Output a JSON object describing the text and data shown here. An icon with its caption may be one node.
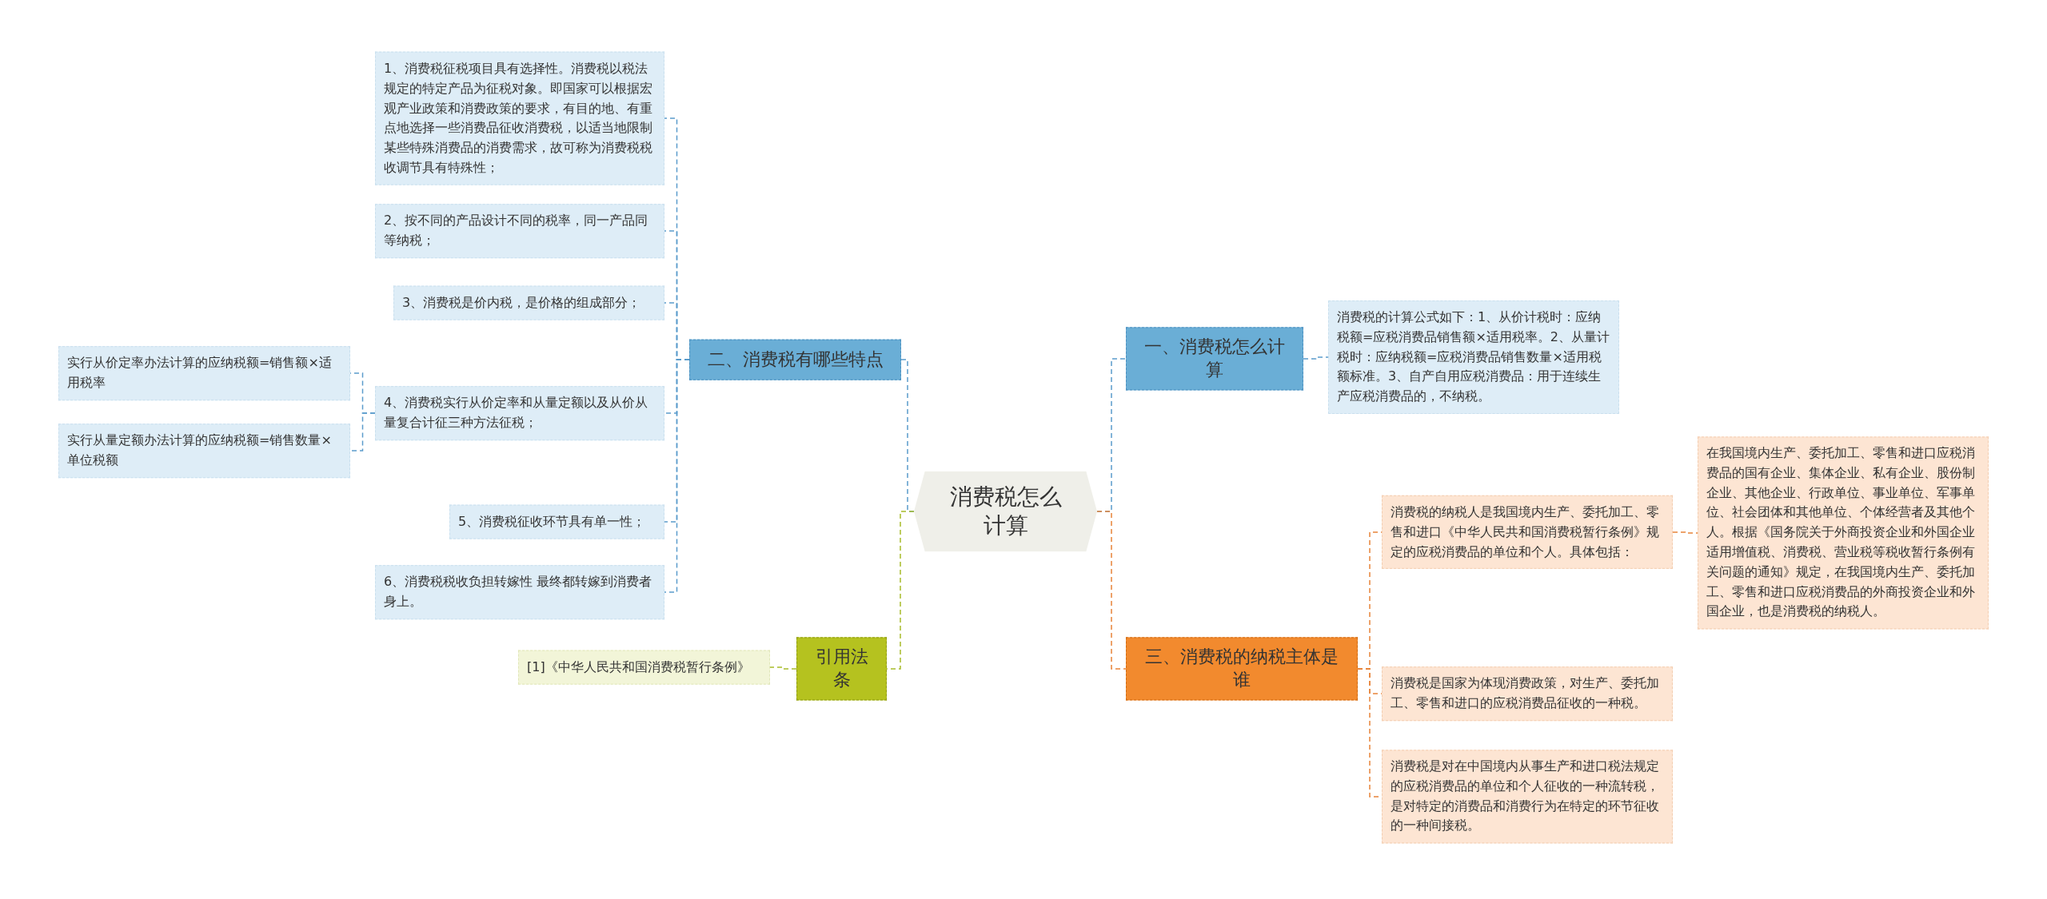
{
  "diagram": {
    "nodes": [
      {
        "text": [
          "消费税怎么计算"
        ]
      },
      {
        "text": [
          "二、消费税有哪些特点"
        ]
      },
      {
        "text": [
          "1、消费税征税项目具有选择性。消费税以税法规定的特定产品为征税对象。即国家可以根据宏观产业政策和消费政策的要求，有目的地、有重点地选择一些消费品征收消费税，以适当地限制某些特殊消费品的消费需求，故可称为消费税税收调节具有特殊性；"
        ]
      },
      {
        "text": [
          "2、按不同的产品设计不同的税率，同一产品同等纳税；"
        ]
      },
      {
        "text": [
          "3、消费税是价内税，是价格的组成部分；"
        ]
      },
      {
        "text": [
          "4、消费税实行从价定率和从量定额以及从价从量复合计征三种方法征税；"
        ]
      },
      {
        "text": [
          "5、消费税征收环节具有单一性；"
        ]
      },
      {
        "text": [
          "6、消费税税收负担转嫁性 最终都转嫁到消费者身上。"
        ]
      },
      {
        "text": [
          "实行从价定率办法计算的应纳税额=销售额×适用税率"
        ]
      },
      {
        "text": [
          "实行从量定额办法计算的应纳税额=销售数量×单位税额"
        ]
      },
      {
        "text": [
          "引用法条"
        ]
      },
      {
        "text": [
          "[1]《中华人民共和国消费税暂行条例》"
        ]
      },
      {
        "text": [
          "一、消费税怎么计算"
        ]
      },
      {
        "text": [
          "消费税的计算公式如下：1、从价计税时：应纳税额=应税消费品销售额×适用税率。2、从量计税时：应纳税额=应税消费品销售数量×适用税额标准。3、自产自用应税消费品：用于连续生产应税消费品的，不纳税。"
        ]
      },
      {
        "text": [
          "三、消费税的纳税主体是谁"
        ]
      },
      {
        "text": [
          "消费税的纳税人是我国境内生产、委托加工、零售和进口《中华人民共和国消费税暂行条例》规定的应税消费品的单位和个人。具体包括："
        ]
      },
      {
        "text": [
          "在我国境内生产、委托加工、零售和进口应税消费品的国有企业、集体企业、私有企业、股份制企业、其他企业、行政单位、事业单位、军事单位、社会团体和其他单位、个体经营者及其他个人。根据《国务院关于外商投资企业和外国企业适用增值税、消费税、营业税等税收暂行条例有关问题的通知》规定，在我国境内生产、委托加工、零售和进口应税消费品的外商投资企业和外国企业，也是消费税的纳税人。"
        ]
      },
      {
        "text": [
          "消费税是国家为体现消费政策，对生产、委托加工、零售和进口的应税消费品征收的一种税。"
        ]
      },
      {
        "text": [
          "消费税是对在中国境内从事生产和进口税法规定的应税消费品的单位和个人征收的一种流转税，是对特定的消费品和消费行为在特定的环节征收的一种间接税。"
        ]
      }
    ],
    "edges": [
      {
        "from": 0,
        "to": 1,
        "arrow": "none"
      },
      {
        "from": 1,
        "to": 2,
        "arrow": "none"
      },
      {
        "from": 1,
        "to": 3,
        "arrow": "none"
      },
      {
        "from": 1,
        "to": 4,
        "arrow": "none"
      },
      {
        "from": 1,
        "to": 5,
        "arrow": "none"
      },
      {
        "from": 1,
        "to": 6,
        "arrow": "none"
      },
      {
        "from": 1,
        "to": 7,
        "arrow": "none"
      },
      {
        "from": 5,
        "to": 8,
        "arrow": "none"
      },
      {
        "from": 5,
        "to": 9,
        "arrow": "none"
      },
      {
        "from": 0,
        "to": 10,
        "arrow": "none",
        "color": "#a8bc2a"
      },
      {
        "from": 10,
        "to": 11,
        "arrow": "none",
        "color": "#a8bc2a"
      },
      {
        "from": 0,
        "to": 12,
        "arrow": "none"
      },
      {
        "from": 12,
        "to": 13,
        "arrow": "none"
      },
      {
        "from": 0,
        "to": 14,
        "arrow": "none",
        "color": "#e8843a"
      },
      {
        "from": 14,
        "to": 15,
        "arrow": "none",
        "color": "#e8843a"
      },
      {
        "from": 15,
        "to": 16,
        "arrow": "none",
        "color": "#e8843a"
      },
      {
        "from": 14,
        "to": 17,
        "arrow": "none",
        "color": "#e8843a"
      },
      {
        "from": 14,
        "to": 18,
        "arrow": "none",
        "color": "#e8843a"
      }
    ]
  }
}
